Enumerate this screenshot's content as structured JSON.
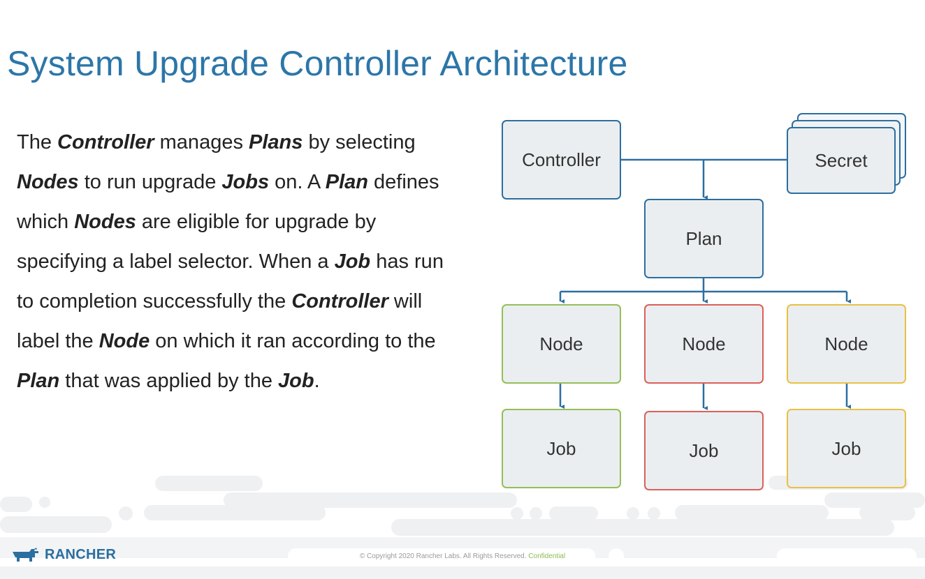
{
  "slide": {
    "title": "System Upgrade Controller Architecture"
  },
  "description": {
    "segments": [
      {
        "text": "The ",
        "bold": false
      },
      {
        "text": "Controller",
        "bold": true
      },
      {
        "text": " manages ",
        "bold": false
      },
      {
        "text": "Plans",
        "bold": true
      },
      {
        "text": " by selecting ",
        "bold": false
      },
      {
        "text": "Nodes",
        "bold": true
      },
      {
        "text": " to run upgrade ",
        "bold": false
      },
      {
        "text": "Jobs",
        "bold": true
      },
      {
        "text": " on. A ",
        "bold": false
      },
      {
        "text": "Plan",
        "bold": true
      },
      {
        "text": " defines which ",
        "bold": false
      },
      {
        "text": "Nodes",
        "bold": true
      },
      {
        "text": " are eligible for upgrade by specifying a label selector. When a ",
        "bold": false
      },
      {
        "text": "Job",
        "bold": true
      },
      {
        "text": " has run to completion successfully the ",
        "bold": false
      },
      {
        "text": "Controller",
        "bold": true
      },
      {
        "text": " will label the ",
        "bold": false
      },
      {
        "text": "Node",
        "bold": true
      },
      {
        "text": " on which it ran according to the ",
        "bold": false
      },
      {
        "text": "Plan",
        "bold": true
      },
      {
        "text": " that was applied by the ",
        "bold": false
      },
      {
        "text": "Job",
        "bold": true
      },
      {
        "text": ".",
        "bold": false
      }
    ]
  },
  "diagram": {
    "controller": "Controller",
    "secret": "Secret",
    "plan": "Plan",
    "nodes": [
      {
        "label": "Node",
        "job": "Job",
        "color": "#93bf57"
      },
      {
        "label": "Node",
        "job": "Job",
        "color": "#d9605b"
      },
      {
        "label": "Node",
        "job": "Job",
        "color": "#e9c046"
      }
    ],
    "accent": "#2c6ea0"
  },
  "footer": {
    "logo": "RANCHER",
    "copyright": "© Copyright 2020 Rancher Labs. All Rights Reserved.",
    "confidential": "Confidential"
  }
}
